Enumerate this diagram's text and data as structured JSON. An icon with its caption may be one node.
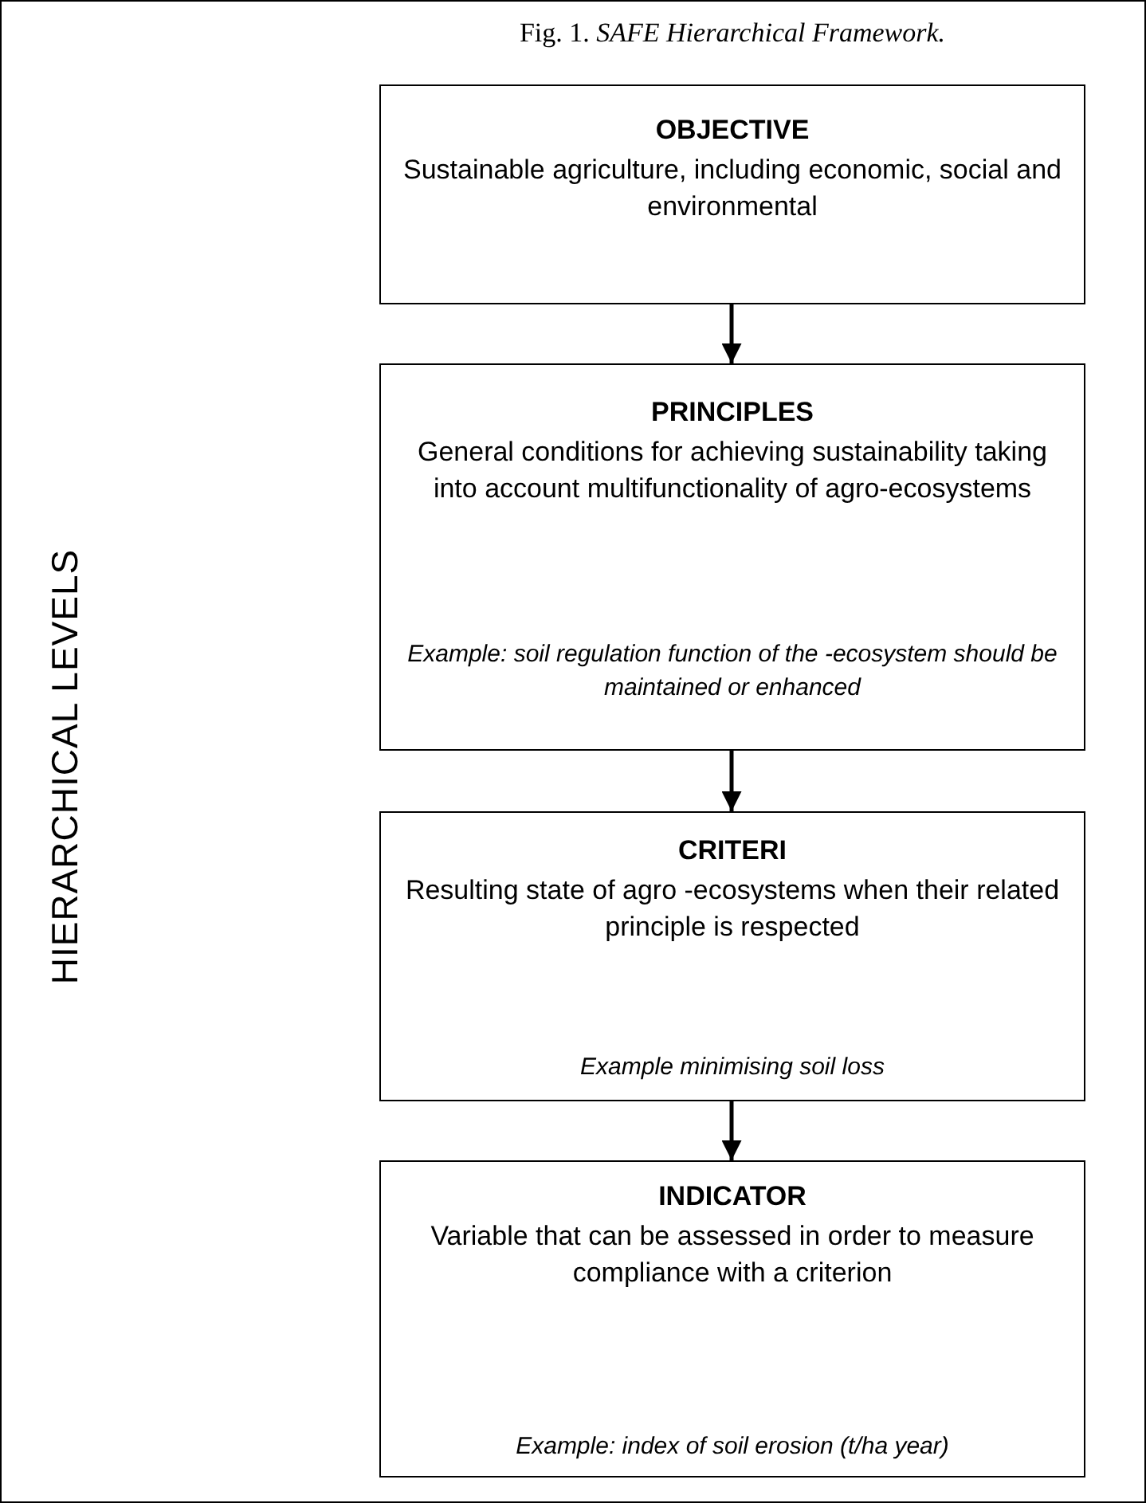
{
  "diagram": {
    "title": "Fig. 1. *SAFE Hierarchical Framework.*",
    "nodes": [
      {
        "text": [
          "OBJECTIVE",
          "Sustainable agriculture, including economic, social and environmental"
        ]
      },
      {
        "text": [
          "PRINCIPLES",
          "General conditions for achieving sustainability taking into account multifunctionality of agro-ecosystems",
          "Example: soil regulation function of the -ecosystem should be maintained or enhanced"
        ]
      },
      {
        "text": [
          "CRITERI",
          "Resulting state of agro -ecosystems when their related principle is respected",
          "Example  minimising soil loss"
        ]
      },
      {
        "text": [
          "INDICATOR",
          "Variable that can be assessed in order to measure compliance with a criterion",
          "Example: index of soil erosion (t/ha  year)"
        ]
      }
    ],
    "edges": [
      {
        "from": 0,
        "to": 1,
        "arrow": "to"
      },
      {
        "from": 1,
        "to": 2,
        "arrow": "to"
      },
      {
        "from": 2,
        "to": 3,
        "arrow": "to"
      }
    ],
    "labels": [
      "HIERARCHICAL LEVELS"
    ]
  }
}
